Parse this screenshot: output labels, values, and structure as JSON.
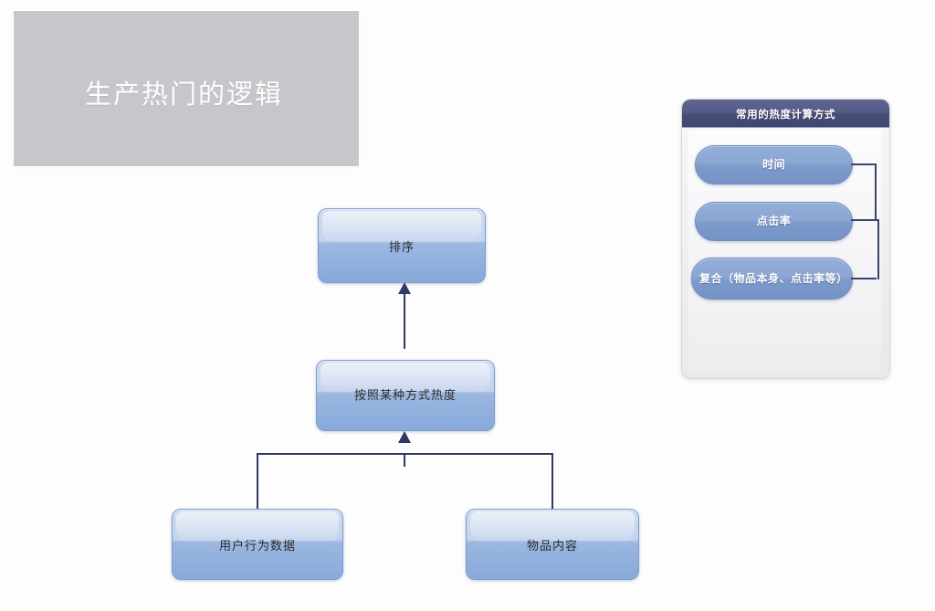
{
  "title_block": {
    "heading": "生产热门的逻辑",
    "background_color": "#c5c7cb",
    "text_color": "#ffffff"
  },
  "flowchart": {
    "accent_box_color": "#9ab6e0",
    "connector_color": "#2f3a63",
    "nodes": [
      {
        "id": "sort",
        "label": "排序"
      },
      {
        "id": "heat",
        "label": "按照某种方式热度"
      },
      {
        "id": "behavior",
        "label": "用户行为数据"
      },
      {
        "id": "content",
        "label": "物品内容"
      }
    ]
  },
  "panel": {
    "header_title": "常用的热度计算方式",
    "header_color": "#4a5180",
    "pill_color": "#8aa6d2",
    "items": [
      {
        "label": "时间"
      },
      {
        "label": "点击率"
      },
      {
        "label": "复合（物品本身、点击率等）"
      }
    ]
  }
}
